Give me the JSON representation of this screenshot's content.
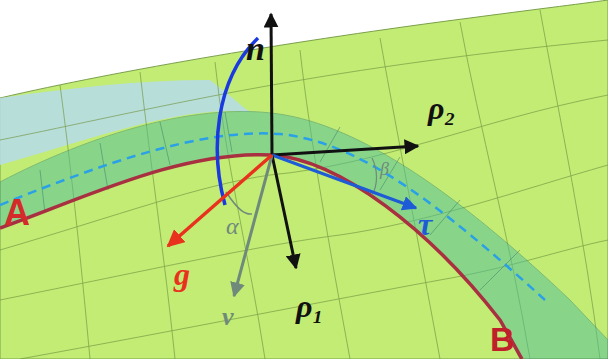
{
  "diagram": {
    "labels": [
      "A",
      "B",
      "n",
      "ρ₂",
      "τ",
      "ρ₁",
      "g",
      "ν",
      "α",
      "β"
    ]
  }
}
